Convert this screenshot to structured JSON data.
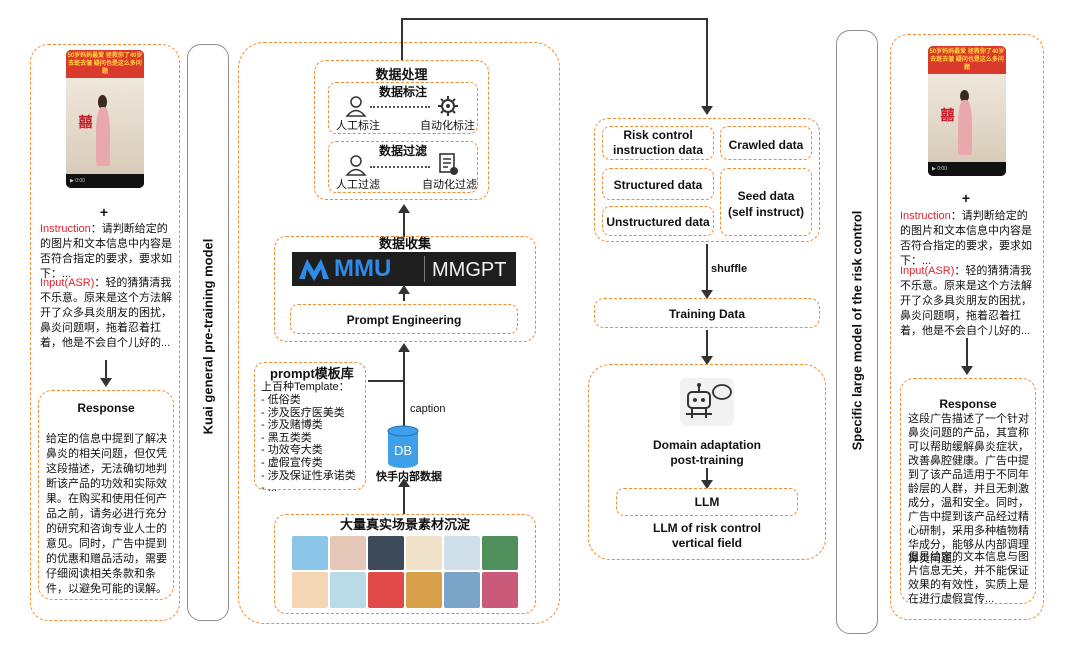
{
  "colors": {
    "accent": "#f28a2e",
    "red": "#e0212a",
    "mmu_blue": "#2f8ae8",
    "db_blue": "#3ea0e8"
  },
  "left_panel": {
    "plus": "+",
    "instruction_label": "Instruction",
    "instruction_text": "：请判断给定的的图片和文本信息中内容是否符合指定的要求，要求如下：...",
    "input_label": "Input(ASR)",
    "input_text": "：轻的猜猜清我不乐意。原来是这个方法解开了众多具炎朋友的困扰，鼻炎问题啊，拖着忍着扛着，他是不会自个儿好的...",
    "response_title": "Response",
    "response_text": "给定的信息中提到了解决鼻炎的相关问题，但仅凭这段描述，无法确切地判断该产品的功效和实际效果。在购买和使用任何产品之前，请务必进行充分的研究和咨询专业人士的意见。同时，广告中提到的优惠和赠品活动，需要仔细阅读相关条款和条件，以避免可能的误解。",
    "phone_banner": "50岁妈妈最爱 拯救你了40岁去斑去皱 疑问也是这么多问题"
  },
  "kuai_label": "Kuai general pre-training model",
  "data_processing": {
    "title": "数据处理",
    "annotation_title": "数据标注",
    "manual_annotation": "人工标注",
    "auto_annotation": "自动化标注",
    "filter_title": "数据过滤",
    "manual_filter": "人工过滤",
    "auto_filter": "自动化过滤"
  },
  "data_collection": {
    "title": "数据收集",
    "mmu": "MMU",
    "mmgpt": "MMGPT",
    "prompt_engineering": "Prompt Engineering"
  },
  "prompt_library": {
    "title": "prompt模板库",
    "subtitle": "上百种Template：",
    "items": [
      "- 低俗类",
      "- 涉及医疗医美类",
      "- 涉及赌博类",
      "- 黑五类类",
      "- 功效夸大类",
      "- 虚假宣传类",
      "- 涉及保证性承诺类",
      "- ..."
    ]
  },
  "caption_label": "caption",
  "db_label": "DB",
  "internal_data": "快手内部数据",
  "scene_material": {
    "title": "大量真实场景素材沉淀"
  },
  "middle_right": {
    "risk_control_data": "Risk control instruction data",
    "crawled_data": "Crawled data",
    "structured_data": "Structured data",
    "seed_data": "Seed data\n(self instruct)",
    "unstructured_data": "Unstructured data",
    "shuffle": "shuffle",
    "training_data": "Training Data",
    "domain_adaptation": "Domain adaptation\npost-training",
    "llm": "LLM",
    "llm_risk": "LLM of risk control\nvertical field"
  },
  "specific_label": "Specific large model of the risk control",
  "right_panel": {
    "plus": "+",
    "instruction_label": "Instruction",
    "instruction_text": "：请判断给定的的图片和文本信息中内容是否符合指定的要求，要求如下：...",
    "input_label": "Input(ASR)",
    "input_text": "：轻的猜猜清我不乐意。原来是这个方法解开了众多具炎朋友的困扰，鼻炎问题啊，拖着忍着扛着，他是不会自个儿好的...",
    "response_title": "Response",
    "response_text_1": "这段广告描述了一个针对鼻炎问题的产品，其宣称可以帮助缓解鼻炎症状，改善鼻腔健康。广告中提到了该产品适用于不同年龄层的人群，并且无刺激成分，温和安全。同时，广告中提到该产品经过精心研制，采用多种植物精华成分，能够从内部调理鼻炎问题。",
    "response_text_2": "但是给定的文本信息与图片信息无关，并不能保证效果的有效性，实质上是在进行虚假宣传..."
  }
}
